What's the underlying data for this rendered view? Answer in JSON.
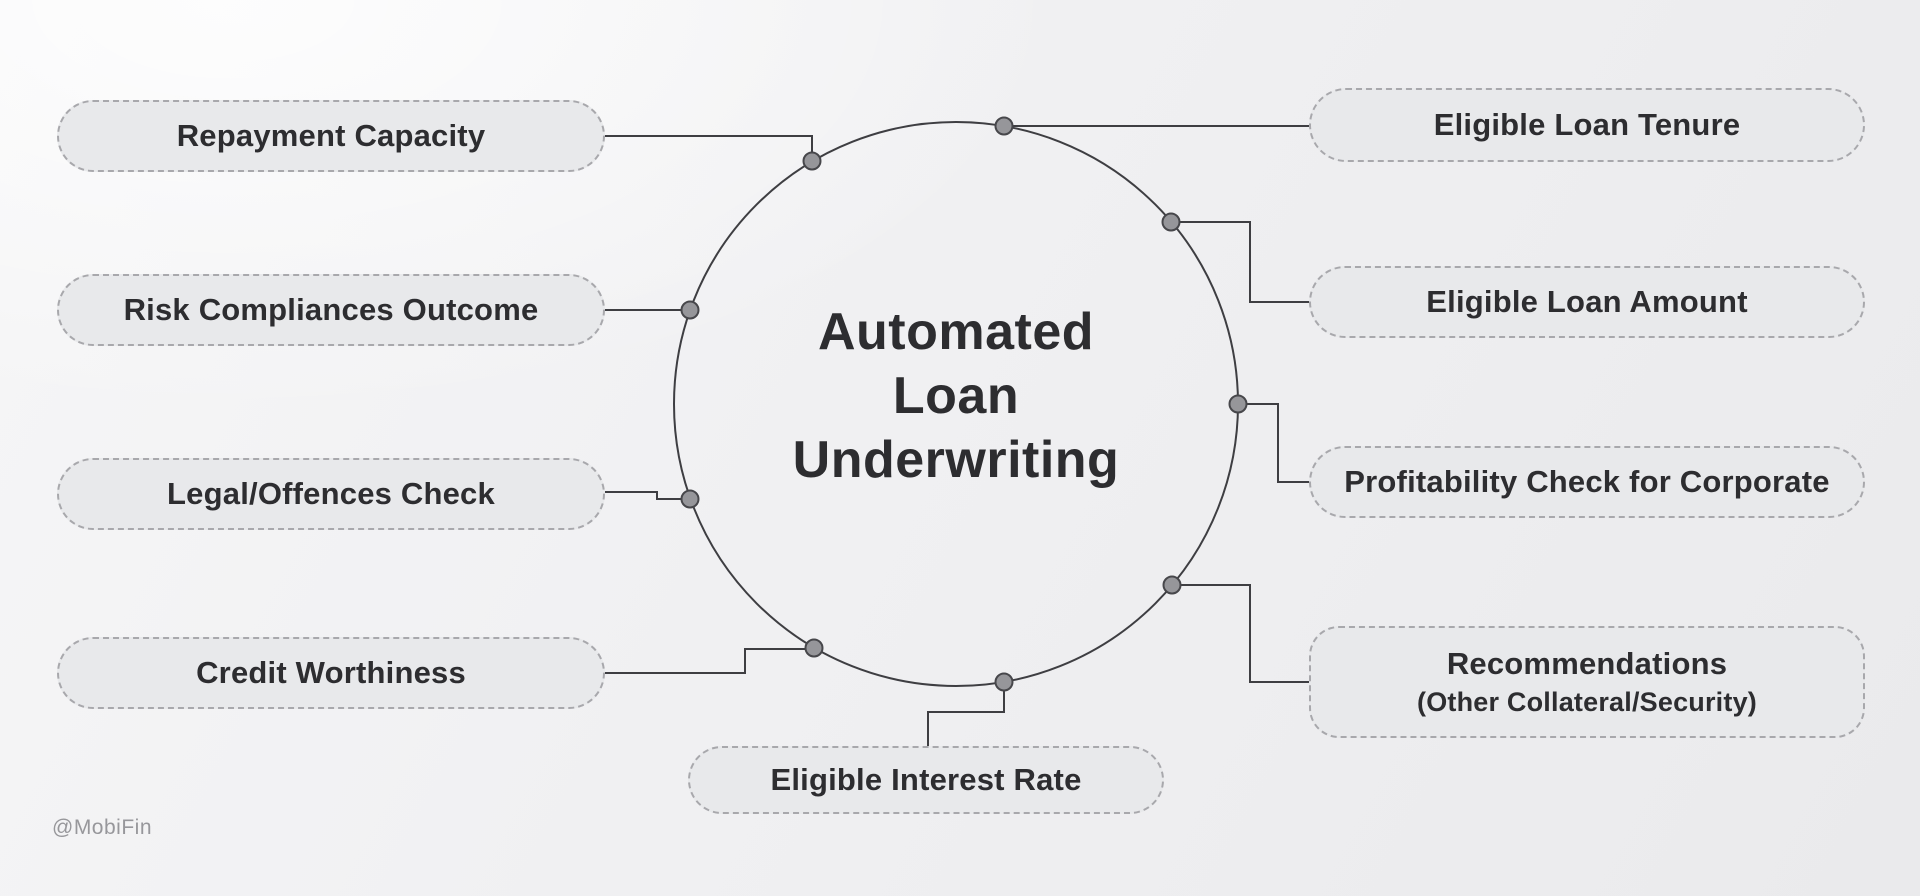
{
  "theme": {
    "background-top": "#f6f6f7",
    "background-bottom": "#eaeaec",
    "node-fill": "#e8e9eb",
    "node-border": "#a8a8ac",
    "text-dark": "#2d2d30",
    "line": "#3e3e42",
    "dot-fill": "#96969a",
    "dot-stroke": "#47474b",
    "watermark-color": "#97979b"
  },
  "center": {
    "title_lines": [
      "Automated",
      "Loan",
      "Underwriting"
    ]
  },
  "nodes": {
    "left": [
      "Repayment Capacity",
      "Risk Compliances Outcome",
      "Legal/Offences Check",
      "Credit Worthiness"
    ],
    "bottom": [
      "Eligible Interest Rate"
    ],
    "right": [
      "Eligible Loan Tenure",
      "Eligible Loan Amount",
      "Profitability Check for Corporate"
    ],
    "recommendations": {
      "line1": "Recommendations",
      "line2": "(Other Collateral/Security)"
    }
  },
  "watermark": "@MobiFin"
}
